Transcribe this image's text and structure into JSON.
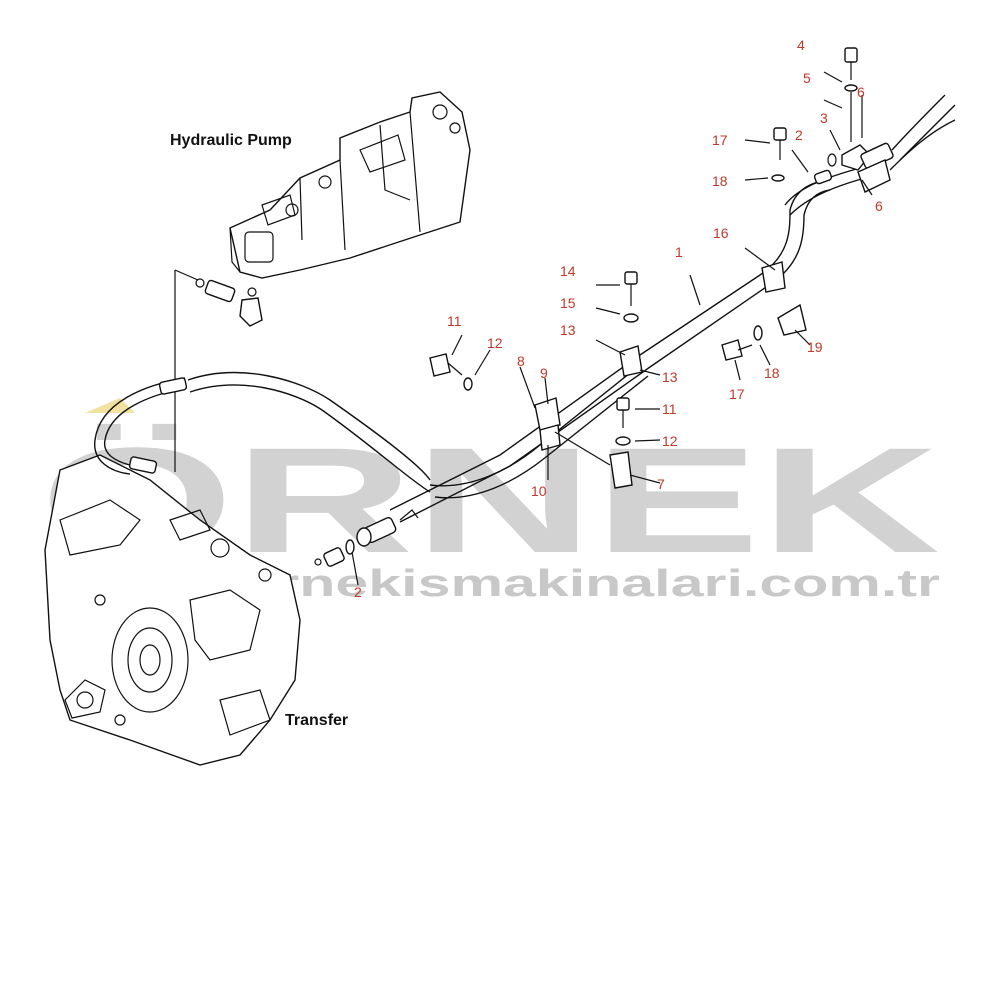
{
  "titles": {
    "pump": "Hydraulic Pump",
    "transfer": "Transfer"
  },
  "watermark": {
    "brand": "ÖRNEK",
    "url": "www.ornekismakinalari.com.tr"
  },
  "callouts": {
    "c1": "1",
    "c2a": "2",
    "c2b": "2",
    "c3": "3",
    "c4": "4",
    "c5": "5",
    "c6a": "6",
    "c6b": "6",
    "c7": "7",
    "c8": "8",
    "c9": "9",
    "c10": "10",
    "c11a": "11",
    "c11b": "11",
    "c12a": "12",
    "c12b": "12",
    "c13a": "13",
    "c13b": "13",
    "c14": "14",
    "c15": "15",
    "c16": "16",
    "c17a": "17",
    "c17b": "17",
    "c18a": "18",
    "c18b": "18",
    "c19": "19"
  },
  "colors": {
    "callout": "#c0392b",
    "watermark": "#d2d2d2",
    "accent": "#f2e2a0"
  }
}
